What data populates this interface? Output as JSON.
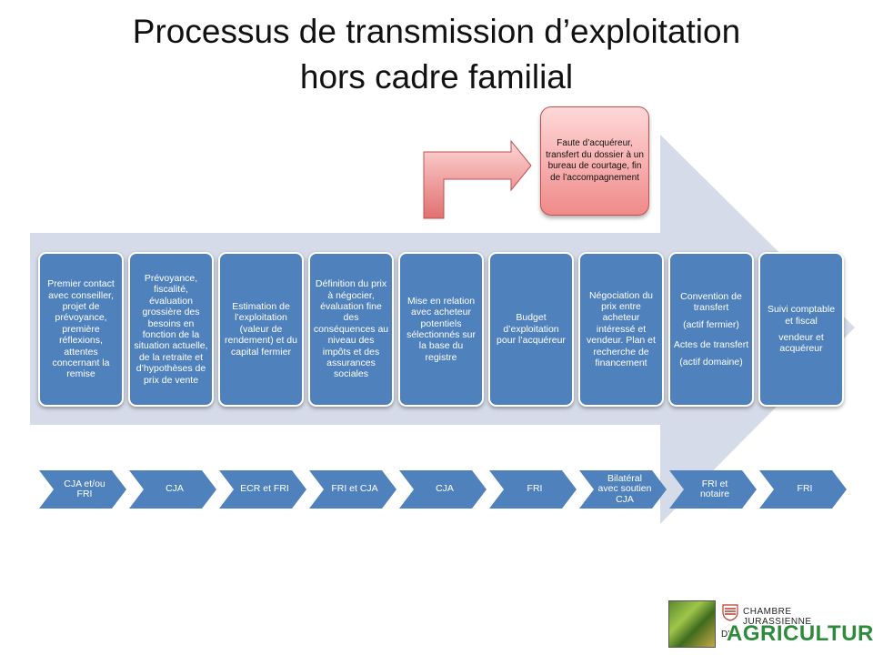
{
  "title": {
    "line1": "Processus de transmission d’exploitation",
    "line2": "hors cadre familial"
  },
  "callout": {
    "text": "Faute d’acquéreur, transfert du dossier à un bureau de courtage, fin de l’accompagnement"
  },
  "steps": [
    {
      "lines": [
        "Premier contact avec conseiller, projet de prévoyance, première réflexions, attentes concernant la remise"
      ]
    },
    {
      "lines": [
        "Prévoyance, fiscalité, évaluation grossière des besoins en fonction de la situation actuelle, de la retraite et d’hypothèses de prix de vente"
      ]
    },
    {
      "lines": [
        "Estimation de l’exploitation (valeur de rendement) et du capital fermier"
      ]
    },
    {
      "lines": [
        "Définition du prix à négocier, évaluation fine des conséquences au niveau des impôts et des assurances sociales"
      ]
    },
    {
      "lines": [
        "Mise en relation avec acheteur potentiels sélectionnés sur la base du registre"
      ]
    },
    {
      "lines": [
        "Budget d’exploitation pour l’acquéreur"
      ]
    },
    {
      "lines": [
        "Négociation du prix entre acheteur intéressé et vendeur. Plan et recherche de financement"
      ]
    },
    {
      "lines": [
        "Convention de transfert",
        "(actif fermier)",
        "Actes de transfert",
        "(actif domaine)"
      ]
    },
    {
      "lines": [
        "Suivi comptable et fiscal",
        "vendeur et acquéreur"
      ]
    }
  ],
  "actors": [
    "CJA et/ou FRI",
    "CJA",
    "ECR et FRI",
    "FRI et CJA",
    "CJA",
    "FRI",
    "Bilatéral avec soutien CJA",
    "FRI et notaire",
    "FRI"
  ],
  "logo": {
    "line1": "CHAMBRE JURASSIENNE",
    "prefix": "D’",
    "line2": "AGRICULTURE"
  },
  "colors": {
    "box": "#4f81bd",
    "arrow": "#d5dbe8",
    "callout": "#f08a8a"
  }
}
